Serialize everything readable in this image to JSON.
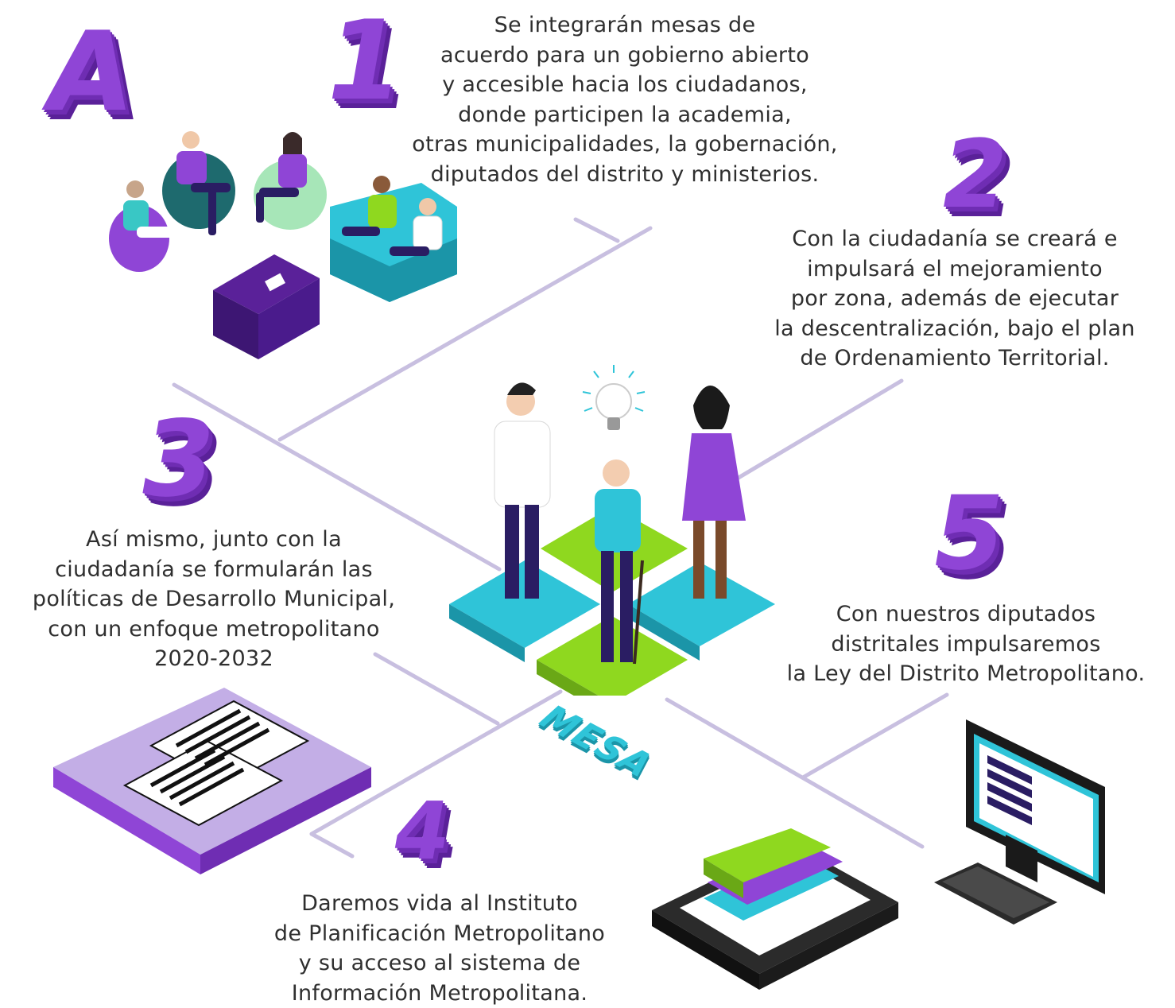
{
  "colors": {
    "purple": "#8f45d6",
    "purple_dark": "#5a2199",
    "lilac": "#c3aee6",
    "teal": "#2fc4d8",
    "green": "#8fd81f",
    "line": "#c8bfe0",
    "text": "#2f2f2f"
  },
  "letter_a": "A",
  "numbers": {
    "one": "1",
    "two": "2",
    "three": "3",
    "four": "4",
    "five": "5"
  },
  "mesa_label": "MESA",
  "items": {
    "one": [
      "Se integrarán mesas de",
      "acuerdo para un gobierno abierto",
      "y accesible hacia los ciudadanos,",
      "donde participen la academia,",
      "otras municipalidades, la gobernación,",
      "diputados del distrito y ministerios."
    ],
    "two": [
      "Con la ciudadanía se creará e",
      "impulsará el mejoramiento",
      "por zona, además de ejecutar",
      "la descentralización, bajo el plan",
      "de Ordenamiento Territorial."
    ],
    "three": [
      "Así mismo, junto con la",
      "ciudadanía se formularán las",
      "políticas de Desarrollo Municipal,",
      "con un enfoque metropolitano",
      "2020-2032"
    ],
    "four": [
      "Daremos vida al Instituto",
      "de Planificación Metropolitano",
      "y su acceso al sistema de",
      "Información Metropolitana."
    ],
    "five": [
      "Con nuestros diputados",
      "distritales impulsaremos",
      "la Ley del Distrito Metropolitano."
    ]
  },
  "icons": {
    "meeting": "people-meeting-illustration",
    "citizens": "citizens-on-puzzle-illustration",
    "bulb": "lightbulb-icon",
    "documents": "documents-illustration",
    "tablet": "tablet-books-illustration",
    "computer": "desktop-computer-illustration"
  }
}
